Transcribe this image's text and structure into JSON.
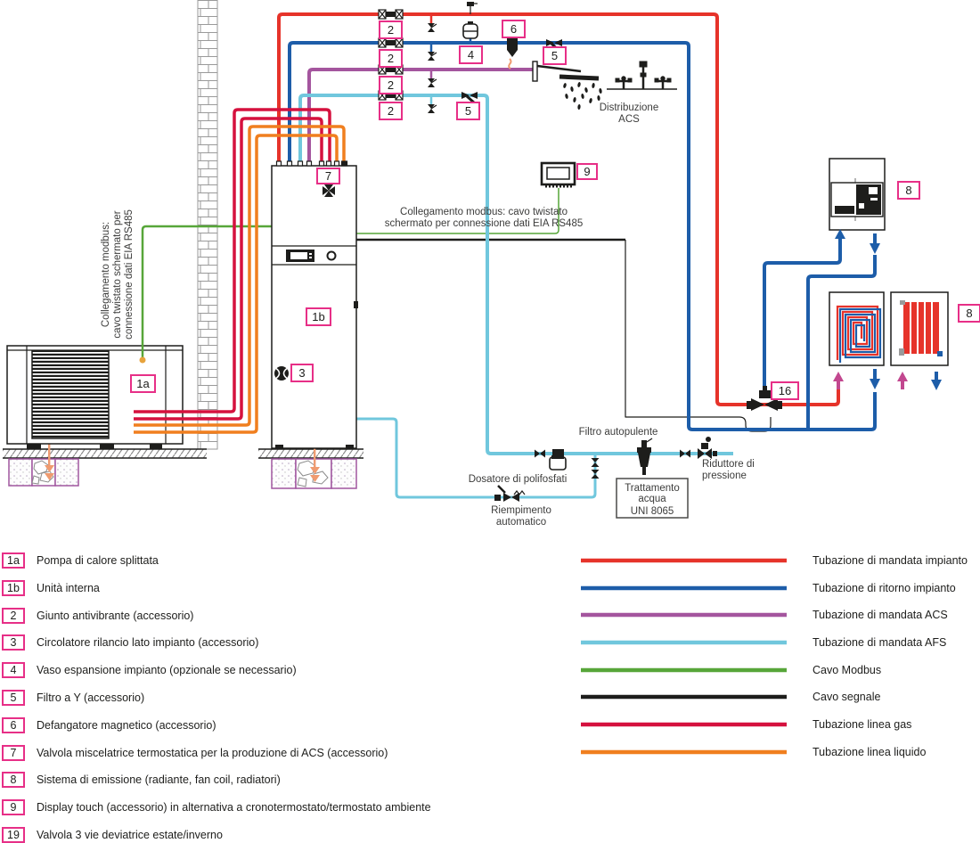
{
  "diagram": {
    "markers": {
      "m1a": "1a",
      "m1b": "1b",
      "m2": "2",
      "m3": "3",
      "m4": "4",
      "m5": "5",
      "m6": "6",
      "m7": "7",
      "m8": "8",
      "m9": "9",
      "m16": "16"
    },
    "annotations": {
      "modbus_vertical_l1": "Collegamento modbus:",
      "modbus_vertical_l2": "cavo twistato schermato per",
      "modbus_vertical_l3": "connessione dati EIA RS485",
      "modbus_horizontal_l1": "Collegamento modbus: cavo twistato",
      "modbus_horizontal_l2": "schermato per connessione dati EIA RS485",
      "distribuzione_l1": "Distribuzione",
      "distribuzione_l2": "ACS",
      "filtro_autopulente": "Filtro autopulente",
      "dosatore": "Dosatore di polifosfati",
      "riempimento_l1": "Riempimento",
      "riempimento_l2": "automatico",
      "trattamento_l1": "Trattamento",
      "trattamento_l2": "acqua",
      "trattamento_l3": "UNI 8065",
      "riduttore_l1": "Riduttore di",
      "riduttore_l2": "pressione"
    }
  },
  "legend_left": {
    "items": [
      {
        "id": "1a",
        "text": "Pompa di calore splittata"
      },
      {
        "id": "1b",
        "text": "Unità interna"
      },
      {
        "id": "2",
        "text": "Giunto antivibrante (accessorio)"
      },
      {
        "id": "3",
        "text": "Circolatore rilancio lato impianto (accessorio)"
      },
      {
        "id": "4",
        "text": "Vaso espansione impianto (opzionale se necessario)"
      },
      {
        "id": "5",
        "text": "Filtro a Y (accessorio)"
      },
      {
        "id": "6",
        "text": "Defangatore magnetico (accessorio)"
      },
      {
        "id": "7",
        "text": "Valvola miscelatrice termostatica per la produzione di ACS (accessorio)"
      },
      {
        "id": "8",
        "text": "Sistema di emissione (radiante, fan coil, radiatori)"
      },
      {
        "id": "9",
        "text": "Display touch (accessorio) in alternativa a cronotermostato/termostato ambiente"
      },
      {
        "id": "19",
        "text": "Valvola 3 vie deviatrice estate/inverno"
      }
    ]
  },
  "legend_right": {
    "items": [
      {
        "color": "#e6332a",
        "label": "Tubazione di mandata impianto"
      },
      {
        "color": "#1d5da9",
        "label": "Tubazione di ritorno impianto"
      },
      {
        "color": "#a4559e",
        "label": "Tubazione di mandata ACS"
      },
      {
        "color": "#70c7dd",
        "label": "Tubazione di mandata AFS"
      },
      {
        "color": "#57a639",
        "label": "Cavo Modbus"
      },
      {
        "color": "#1d1d1b",
        "label": "Cavo segnale"
      },
      {
        "color": "#d5113e",
        "label": "Tubazione linea gas"
      },
      {
        "color": "#f07f1f",
        "label": "Tubazione linea liquido"
      }
    ]
  },
  "colors": {
    "mandata_impianto": "#e6332a",
    "ritorno_impianto": "#1d5da9",
    "mandata_acs": "#a4559e",
    "mandata_afs": "#70c7dd",
    "cavo_modbus": "#57a639",
    "cavo_segnale": "#1d1d1b",
    "linea_gas": "#d5113e",
    "linea_liquido": "#f07f1f",
    "marker_border": "#e72f87",
    "emitter_arrow": "#c2478f",
    "condensate": "#ef9b70",
    "foundation_border": "#a0569f"
  }
}
